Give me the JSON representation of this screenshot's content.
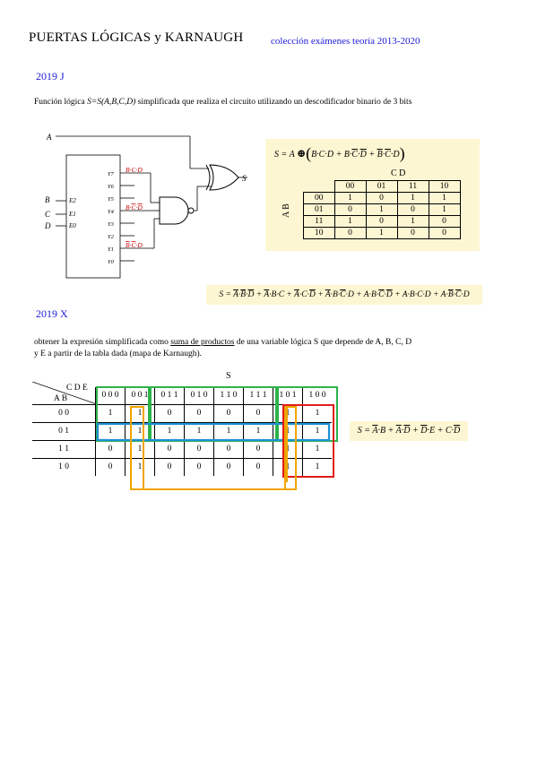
{
  "header": {
    "title": "PUERTAS LÓGICAS y KARNAUGH",
    "subtitle": "colección exámenes teoría 2013-2020"
  },
  "section1": {
    "heading": "2019 J",
    "text_prefix": "Función lógica ",
    "text_func": "S=S(A,B,C,D)",
    "text_suffix": " simplificada que realiza el circuito utilizando un descodificador binario de 3 bits",
    "circuit": {
      "input_a": "A",
      "inputs": [
        "B",
        "C",
        "D"
      ],
      "enables": [
        "E2",
        "E1",
        "E0"
      ],
      "outputs": [
        "Y7",
        "Y6",
        "Y5",
        "Y4",
        "Y3",
        "Y2",
        "Y1",
        "Y0"
      ],
      "output_s": "S"
    },
    "kmap": {
      "col_label": "C D",
      "row_label": "A B",
      "cols": [
        "00",
        "01",
        "11",
        "10"
      ],
      "rows": [
        {
          "label": "00",
          "cells": [
            "1",
            "0",
            "1",
            "1"
          ]
        },
        {
          "label": "01",
          "cells": [
            "0",
            "1",
            "0",
            "1"
          ]
        },
        {
          "label": "11",
          "cells": [
            "1",
            "0",
            "1",
            "0"
          ]
        },
        {
          "label": "10",
          "cells": [
            "0",
            "1",
            "0",
            "0"
          ]
        }
      ]
    }
  },
  "section2": {
    "heading": "2019 X",
    "text_a": "obtener la expresión simplificada como ",
    "text_link": "suma de productos",
    "text_b": " de una variable lógica S que depende de A, B, C, D",
    "text_line2": "y E a partir de la tabla dada (mapa de Karnaugh).",
    "kmap": {
      "output_label": "S",
      "col_label": "C D E",
      "row_label": "A B",
      "cols": [
        "0 0 0",
        "0 0 1",
        "0 1 1",
        "0 1 0",
        "1 1 0",
        "1 1 1",
        "1 0 1",
        "1 0 0"
      ],
      "rows": [
        {
          "label": "0 0",
          "cells": [
            "1",
            "1",
            "0",
            "0",
            "0",
            "0",
            "1",
            "1"
          ]
        },
        {
          "label": "0 1",
          "cells": [
            "1",
            "1",
            "1",
            "1",
            "1",
            "1",
            "1",
            "1"
          ]
        },
        {
          "label": "1 1",
          "cells": [
            "0",
            "1",
            "0",
            "0",
            "0",
            "0",
            "1",
            "1"
          ]
        },
        {
          "label": "1 0",
          "cells": [
            "0",
            "1",
            "0",
            "0",
            "0",
            "0",
            "1",
            "1"
          ]
        }
      ]
    }
  },
  "colors": {
    "heading_blue": "#1a1ad8",
    "highlight_bg": "#fdf6d2",
    "group_green": "#2db34a",
    "group_blue": "#1e90d6",
    "group_red": "#e01b1b",
    "group_orange": "#f0a500",
    "red_text": "#cc0000"
  }
}
